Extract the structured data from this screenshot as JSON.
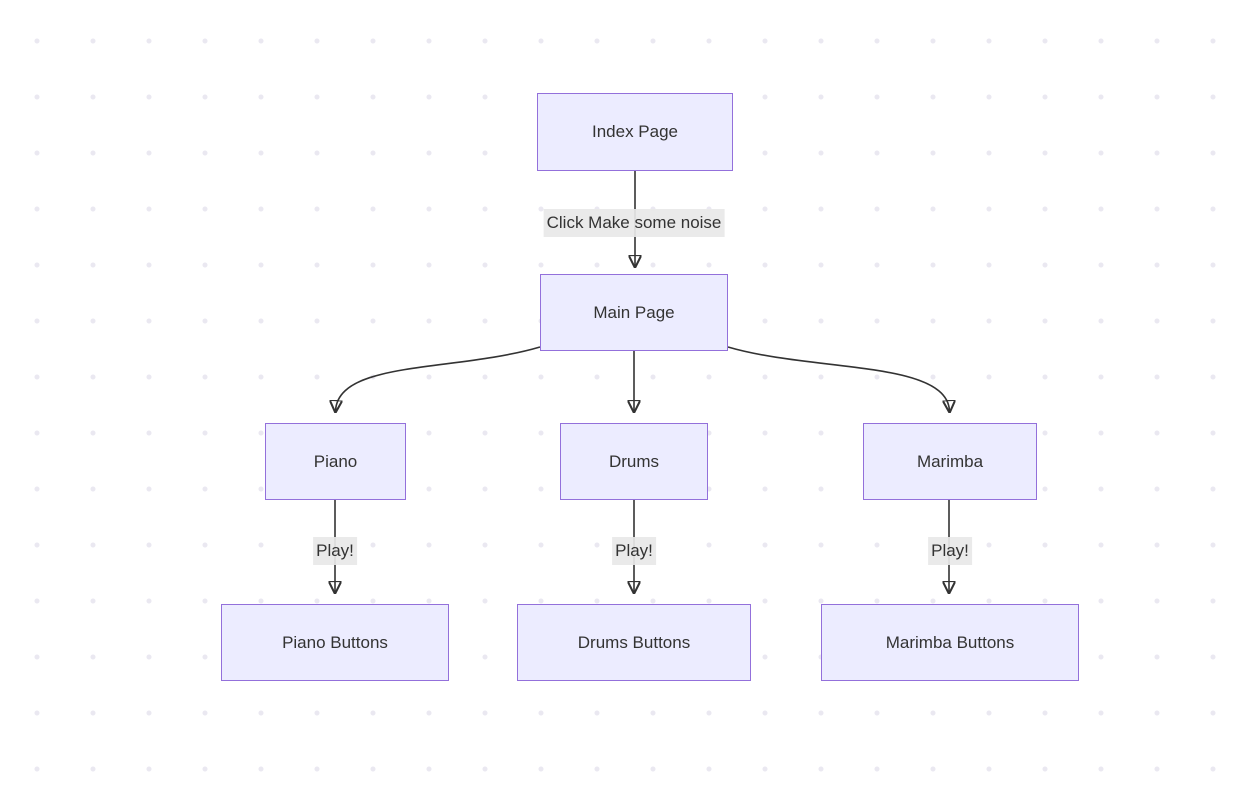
{
  "diagram": {
    "type": "flowchart",
    "direction": "top-down",
    "nodes": {
      "index": {
        "label": "Index Page"
      },
      "main": {
        "label": "Main Page"
      },
      "piano": {
        "label": "Piano"
      },
      "drums": {
        "label": "Drums"
      },
      "marimba": {
        "label": "Marimba"
      },
      "piano_buttons": {
        "label": "Piano Buttons"
      },
      "drums_buttons": {
        "label": "Drums Buttons"
      },
      "marimba_buttons": {
        "label": "Marimba Buttons"
      }
    },
    "edges": {
      "index_to_main": {
        "from": "Index Page",
        "to": "Main Page",
        "label": "Click Make some noise"
      },
      "main_to_piano": {
        "from": "Main Page",
        "to": "Piano",
        "label": ""
      },
      "main_to_drums": {
        "from": "Main Page",
        "to": "Drums",
        "label": ""
      },
      "main_to_marimba": {
        "from": "Main Page",
        "to": "Marimba",
        "label": ""
      },
      "piano_to_piano_buttons": {
        "from": "Piano",
        "to": "Piano Buttons",
        "label": "Play!"
      },
      "drums_to_drums_buttons": {
        "from": "Drums",
        "to": "Drums Buttons",
        "label": "Play!"
      },
      "marimba_to_marimba_buttons": {
        "from": "Marimba",
        "to": "Marimba Buttons",
        "label": "Play!"
      }
    },
    "colors": {
      "node_fill": "#ECECFF",
      "node_border": "#9370DB",
      "node_text": "#333333",
      "edge_stroke": "#333333",
      "edge_label_bg": "#E8E8E8",
      "background": "#FFFFFF",
      "grid_dot": "#E7E5EF"
    }
  }
}
